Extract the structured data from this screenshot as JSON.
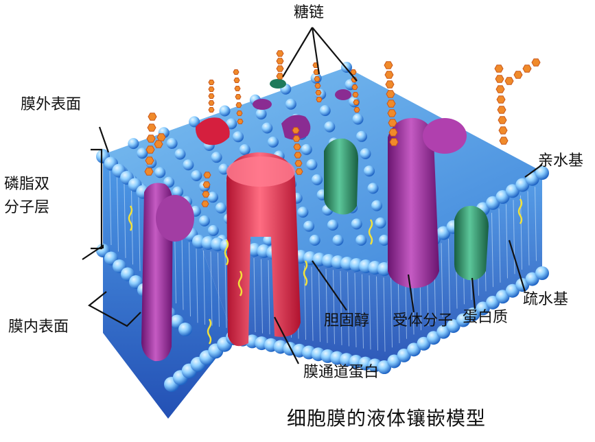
{
  "diagram": {
    "title": "细胞膜的液体镶嵌模型",
    "labels": {
      "sugar_chain": "糖链",
      "outer_surface": "膜外表面",
      "bilayer_line1": "磷脂双",
      "bilayer_line2": "分子层",
      "inner_surface": "膜内表面",
      "hydrophilic": "亲水基",
      "hydrophobic": "疏水基",
      "protein": "蛋白质",
      "receptor": "受体分子",
      "cholesterol": "胆固醇",
      "channel_protein": "膜通道蛋白"
    },
    "colors": {
      "membrane_blue": "#3a78d8",
      "head_light": "#a8dcff",
      "channel_red": "#e8344f",
      "receptor_purple": "#9c2a9a",
      "protein_green": "#2f8a62",
      "sugar_orange": "#f08a2a",
      "cholesterol_yellow": "#f2e23a"
    }
  }
}
